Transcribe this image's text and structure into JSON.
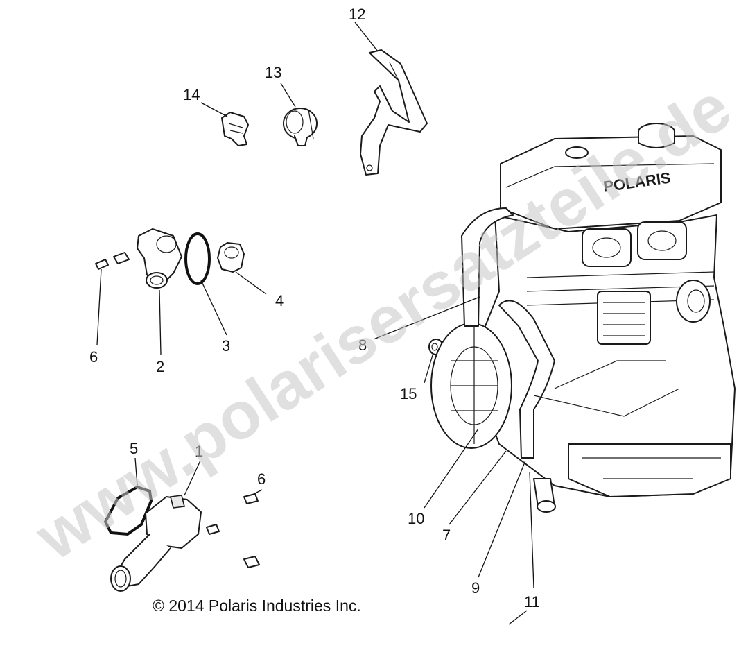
{
  "watermark": "www.polarisersatzteile.de",
  "copyright": "© 2014 Polaris Industries Inc.",
  "engine_cover_text": "POLARIS",
  "callouts": {
    "c1": "1",
    "c2": "2",
    "c3": "3",
    "c4": "4",
    "c5": "5",
    "c6a": "6",
    "c6b": "6",
    "c7": "7",
    "c8": "8",
    "c9": "9",
    "c10": "10",
    "c11": "11",
    "c12": "12",
    "c13": "13",
    "c14": "14",
    "c15": "15"
  },
  "colors": {
    "line": "#1a1a1a",
    "watermark": "#c8c8c8",
    "background": "#ffffff"
  }
}
